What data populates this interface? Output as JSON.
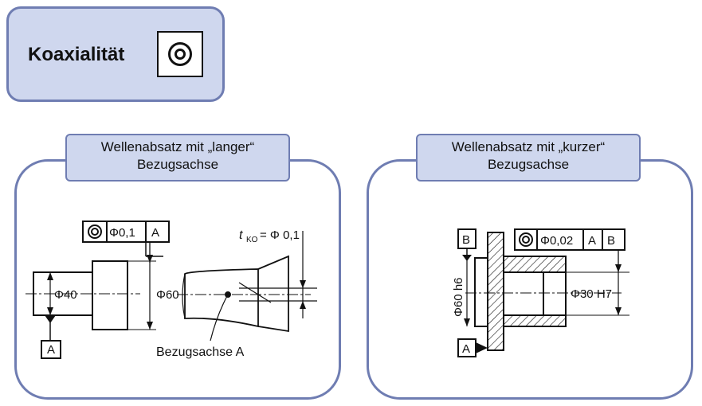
{
  "header": {
    "title": "Koaxialität",
    "symbol_icon": "coaxiality-icon"
  },
  "left_panel": {
    "tab_line1": "Wellenabsatz mit „langer“",
    "tab_line2": "Bezugsachse",
    "frame": {
      "value": "Φ0,1",
      "datum": "A"
    },
    "diameter_small": "Φ40",
    "diameter_large": "Φ60",
    "datum_label": "A",
    "tolerance_label": "t",
    "tolerance_sub": "KO",
    "tolerance_value": "= Φ 0,1",
    "axis_label": "Bezugsachse A"
  },
  "right_panel": {
    "tab_line1": "Wellenabsatz mit „kurzer“",
    "tab_line2": "Bezugsachse",
    "frame": {
      "value": "Φ0,02",
      "datum1": "A",
      "datum2": "B"
    },
    "datum_b": "B",
    "datum_a": "A",
    "shaft_dim": "Φ60 h6",
    "bore_dim": "Φ30 H7"
  },
  "colors": {
    "panel_fill": "#cfd7ee",
    "panel_border": "#6f7db2",
    "line": "#111111"
  }
}
